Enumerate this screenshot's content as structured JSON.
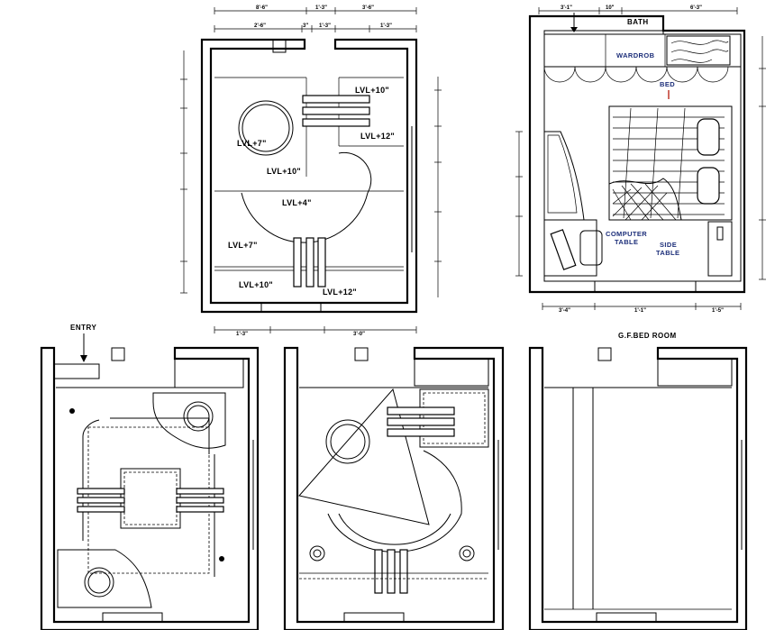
{
  "colors": {
    "line": "#000000",
    "annotation_blue": "#1d2f7a",
    "bed_red": "#c0392b"
  },
  "ceiling_plan": {
    "levels": {
      "lvl7_top": "LVL+7\"",
      "lvl10_left": "LVL+10\"",
      "lvl10_right": "LVL+10\"",
      "lvl12_right": "LVL+12\"",
      "lvl4": "LVL+4\"",
      "lvl7_bottom": "LVL+7\"",
      "lvl10_bottom": "LVL+10\"",
      "lvl12_bottom": "LVL+12\""
    },
    "dims_top": [
      "8'-6\"",
      "1'-3\"",
      "3'-6\""
    ],
    "dims_top2": [
      "2'-6\"",
      "3\"",
      "1'-3\"",
      "1'-3\""
    ],
    "dims_bottom": [
      "1'-3\"",
      "3'-0\""
    ]
  },
  "furniture_plan": {
    "bath": "BATH",
    "wardrobe": "WARDROB",
    "bed": "BED",
    "computer_table": [
      "COMPUTER",
      "TABLE"
    ],
    "side_table": [
      "SIDE",
      "TABLE"
    ],
    "dims_top": [
      "3'-1\"",
      "10\"",
      "6'-3\""
    ],
    "dims_bottom": [
      "3'-4\"",
      "1'-1\"",
      "1'-5\""
    ]
  },
  "bottom_plans": {
    "entry": "ENTRY",
    "room_title": "G.F.BED ROOM"
  }
}
